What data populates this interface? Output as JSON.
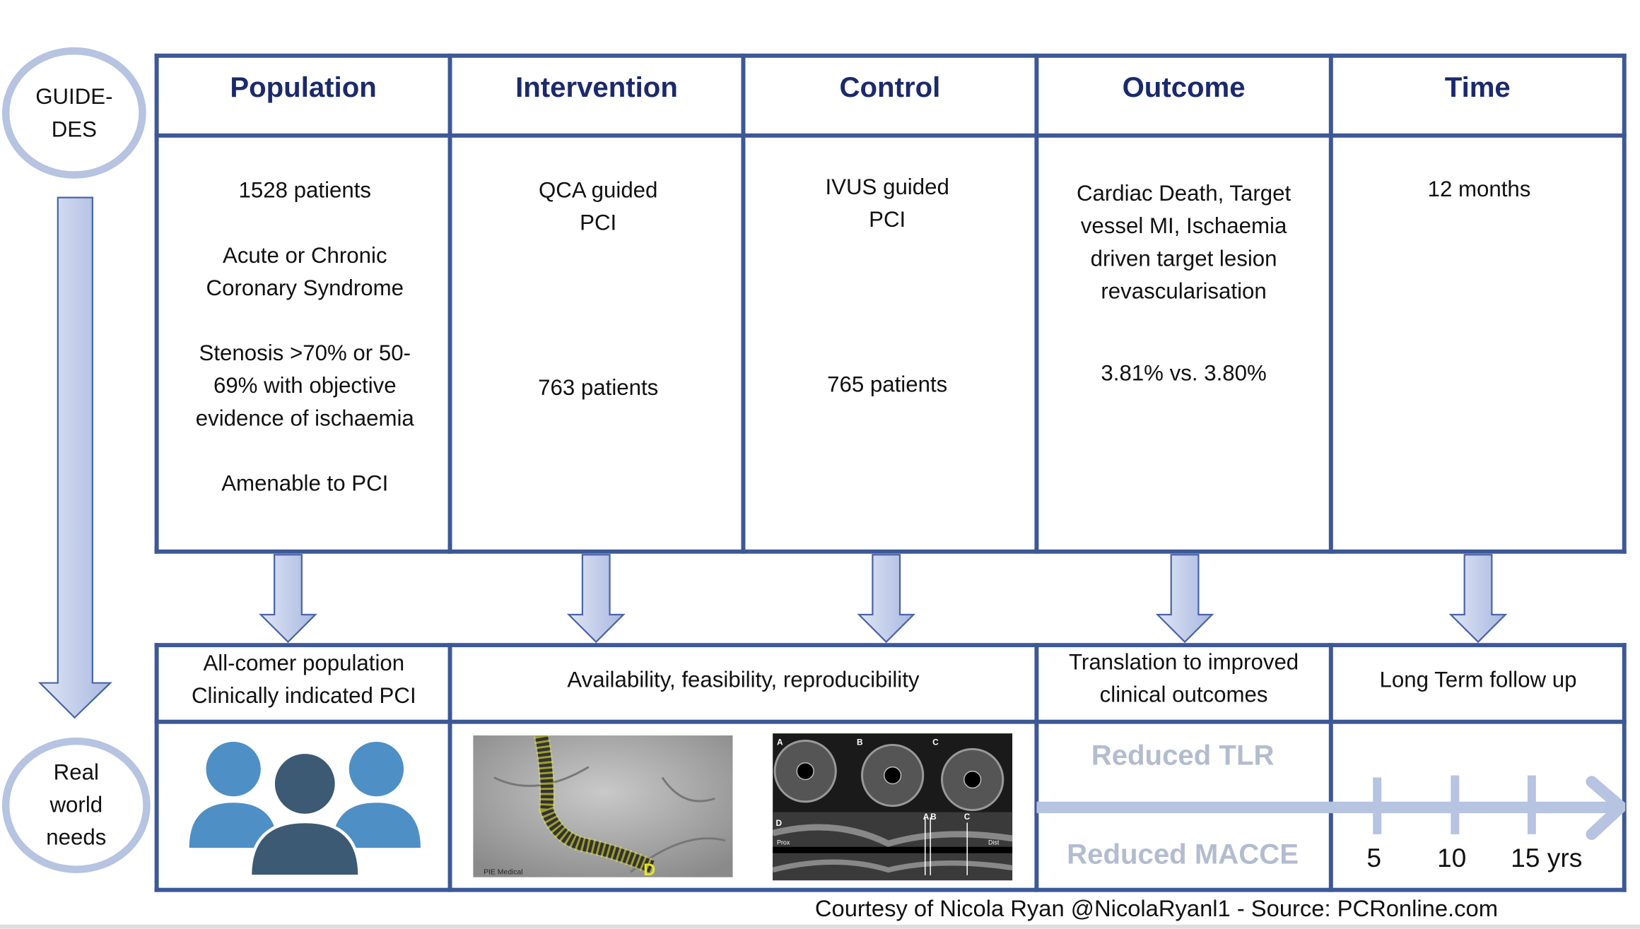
{
  "left_labels": {
    "top": [
      "GUIDE-",
      "DES"
    ],
    "bottom": [
      "Real",
      "world",
      "needs"
    ]
  },
  "headers": [
    "Population",
    "Intervention",
    "Control",
    "Outcome",
    "Time"
  ],
  "population": [
    "1528 patients",
    "Acute or Chronic",
    "Coronary Syndrome",
    "Stenosis >70% or 50-",
    "69% with objective",
    "evidence of ischaemia",
    "Amenable to PCI"
  ],
  "intervention": {
    "line1": "QCA guided",
    "line2": "PCI",
    "count": "763 patients"
  },
  "control": {
    "line1": "IVUS guided",
    "line2": "PCI",
    "count": "765 patients"
  },
  "outcome": {
    "lines": [
      "Cardiac Death, Target",
      "vessel MI, Ischaemia",
      "driven target lesion",
      "revascularisation"
    ],
    "result": "3.81% vs. 3.80%"
  },
  "time": {
    "value": "12 months"
  },
  "needs": {
    "population": [
      "All-comer population",
      "Clinically indicated PCI"
    ],
    "technique": "Availability, feasibility, reproducibility",
    "outcome": [
      "Translation to improved",
      "clinical outcomes"
    ],
    "time": "Long Term follow up"
  },
  "images": {
    "angio_caption": "PIE Medical",
    "angio_marker": "D",
    "ivus_labels": [
      "A",
      "B",
      "C",
      "D"
    ],
    "ivus_prox": "Prox",
    "ivus_dist": "Dist",
    "ivus_markers": [
      "A",
      "B",
      "C"
    ]
  },
  "benefits": [
    "Reduced TLR",
    "Reduced MACCE"
  ],
  "timeline": [
    "5",
    "10",
    "15 yrs"
  ],
  "footer": "Courtesy of Nicola Ryan @NicolaRyanl1 - Source: PCRonline.com",
  "colors": {
    "border": "#3d5896",
    "header": "#1b2a6b",
    "arrow": "#b6c3e1",
    "muted": "#b3bccf"
  }
}
